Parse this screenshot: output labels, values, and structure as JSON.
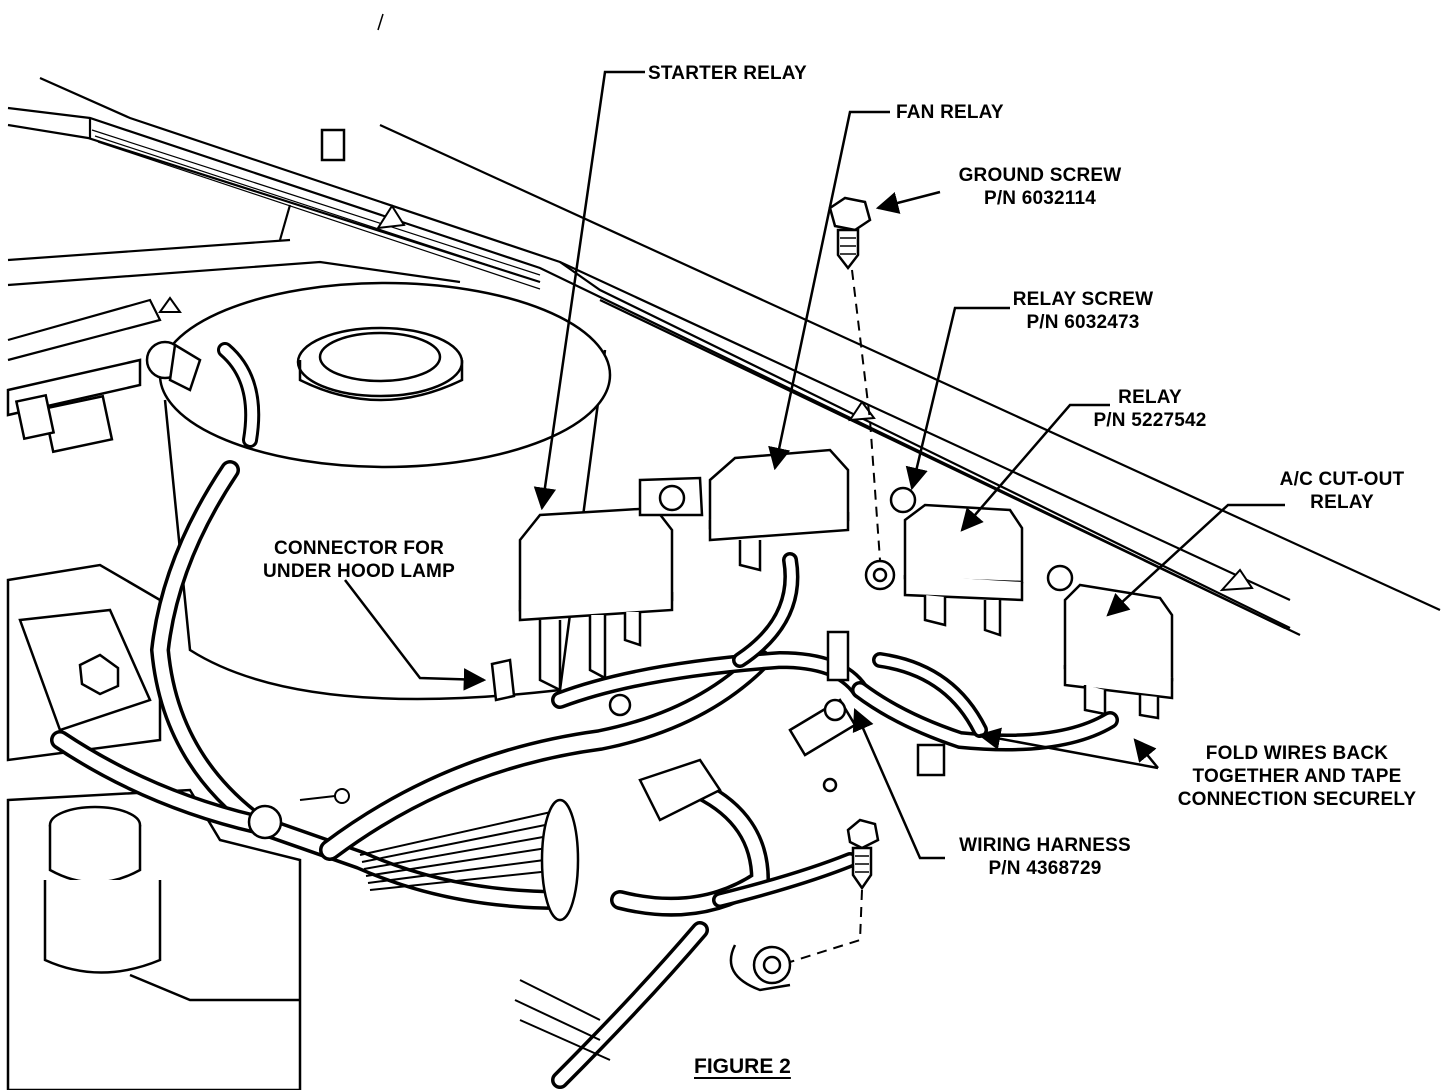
{
  "figure": {
    "title": "FIGURE 2"
  },
  "labels": {
    "starter_relay": "STARTER RELAY",
    "fan_relay": "FAN RELAY",
    "ground_screw": {
      "line1": "GROUND SCREW",
      "line2": "P/N 6032114"
    },
    "relay_screw": {
      "line1": "RELAY SCREW",
      "line2": "P/N 6032473"
    },
    "relay": {
      "line1": "RELAY",
      "line2": "P/N 5227542"
    },
    "ac_cutout_relay": {
      "line1": "A/C CUT-OUT",
      "line2": "RELAY"
    },
    "connector_under_hood_lamp": {
      "line1": "CONNECTOR FOR",
      "line2": "UNDER HOOD LAMP"
    },
    "fold_wires": {
      "line1": "FOLD WIRES BACK",
      "line2": "TOGETHER AND TAPE",
      "line3": "CONNECTION SECURELY"
    },
    "wiring_harness": {
      "line1": "WIRING HARNESS",
      "line2": "P/N 4368729"
    }
  }
}
